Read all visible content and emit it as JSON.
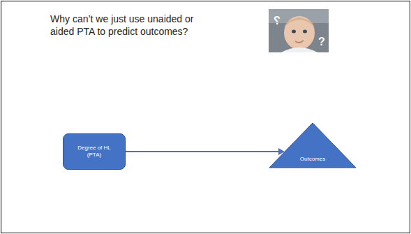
{
  "diagram": {
    "title": "Why can’t we just use unaided or aided PTA to predict outcomes?",
    "nodes": [
      {
        "text": [
          "Degree of HL (PTA)"
        ]
      },
      {
        "text": [
          "Outcomes"
        ]
      }
    ],
    "edges": [
      {
        "from": 0,
        "to": 1,
        "arrow": "to"
      }
    ],
    "labels": [
      "?",
      "?"
    ]
  }
}
